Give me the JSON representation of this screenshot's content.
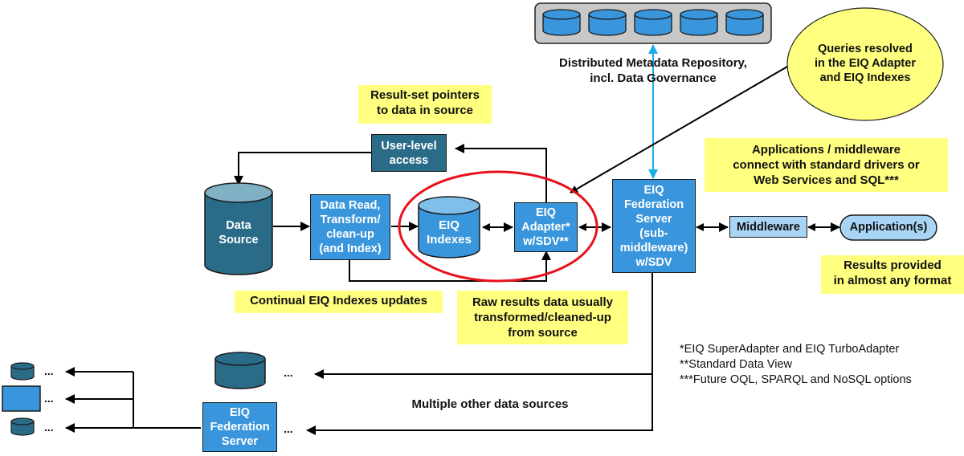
{
  "metadata_repository": {
    "label_line1": "Distributed Metadata Repository,",
    "label_line2": "incl. Data Governance",
    "database_count": 5
  },
  "callouts": {
    "queries_resolved": [
      "Queries resolved",
      "in the EIQ Adapter",
      "and EIQ Indexes"
    ],
    "result_set_pointers": [
      "Result-set pointers",
      "to data in source"
    ],
    "applications_connect": [
      "Applications / middleware",
      "connect with standard drivers or",
      "Web Services and SQL***"
    ],
    "results_provided": [
      "Results provided",
      "in almost any format"
    ],
    "continual_updates": "Continual EIQ Indexes updates",
    "raw_results": [
      "Raw results data usually",
      "transformed/cleaned-up",
      "from source"
    ]
  },
  "nodes": {
    "user_level_access": [
      "User-level",
      "access"
    ],
    "data_source": [
      "Data",
      "Source"
    ],
    "data_read": [
      "Data Read,",
      "Transform/",
      "clean-up",
      "(and Index)"
    ],
    "eiq_indexes": [
      "EIQ",
      "Indexes"
    ],
    "eiq_adapter": [
      "EIQ",
      "Adapter*",
      "w/SDV**"
    ],
    "federation_server": [
      "EIQ",
      "Federation",
      "Server",
      "(sub-",
      "middleware)",
      "w/SDV"
    ],
    "middleware": "Middleware",
    "applications": "Application(s)",
    "remote_federation_server": [
      "EIQ",
      "Federation",
      "Server"
    ]
  },
  "bottom": {
    "multiple_sources": "Multiple other data sources",
    "ellipsis": "..."
  },
  "footnotes": [
    "*EIQ SuperAdapter and EIQ TurboAdapter",
    "**Standard Data View",
    "***Future OQL, SPARQL and NoSQL options"
  ],
  "colors": {
    "blue": "#3a96dc",
    "teal": "#2a6b88",
    "light_blue": "#a8d4f5",
    "highlight_yellow": "#ffff80",
    "callout_ellipse": "#ffff80",
    "focus_ring_red": "#e8101a",
    "metadata_link_cyan": "#1aaee8",
    "repository_gray": "#c8c8c8"
  }
}
